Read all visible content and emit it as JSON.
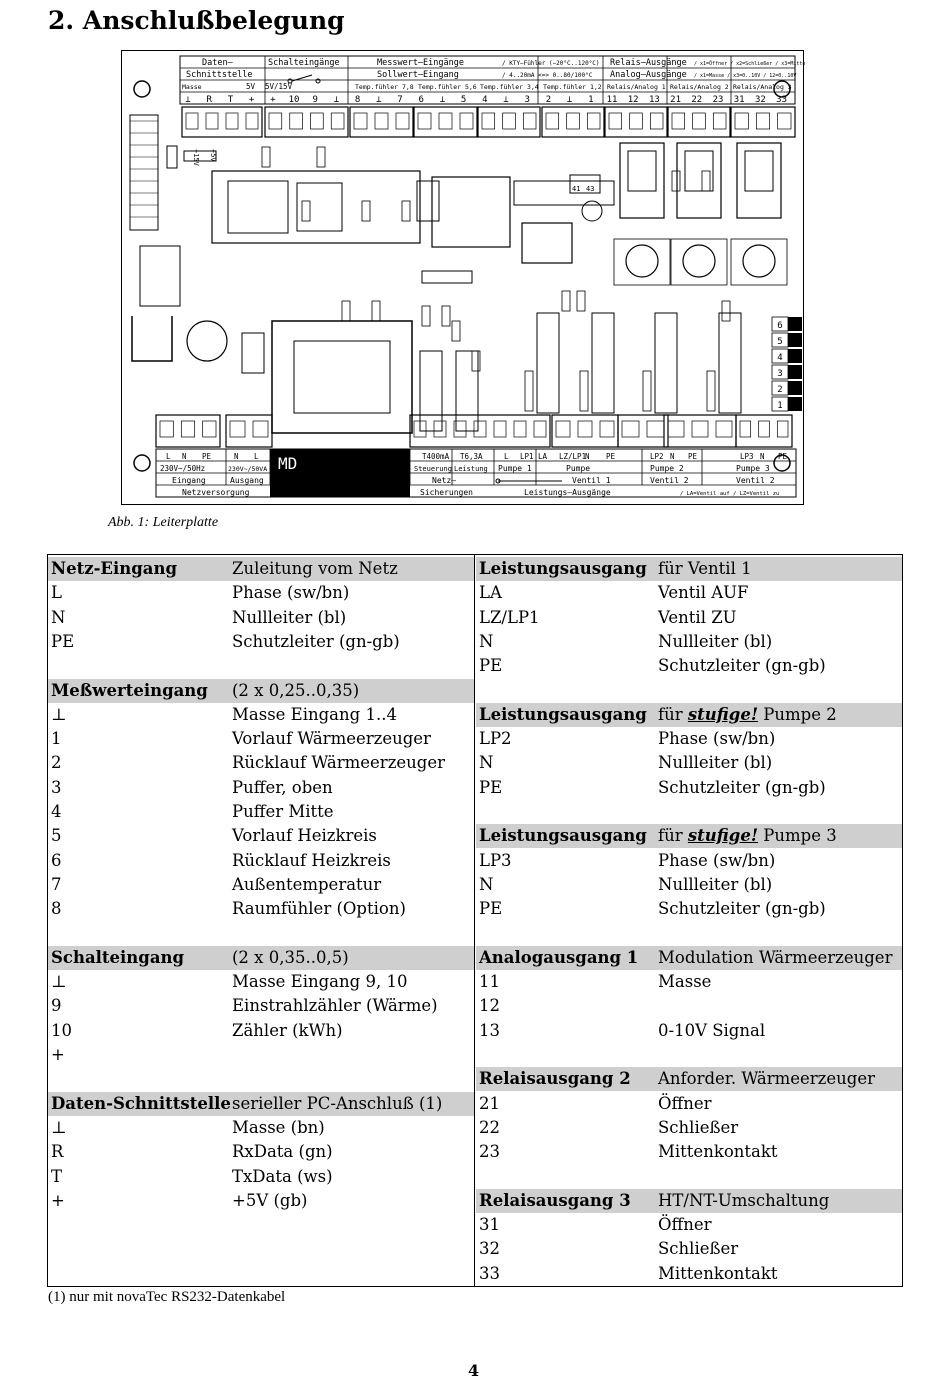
{
  "heading": "2. Anschlußbelegung",
  "figure": {
    "caption": "Abb. 1: Leiterplatte",
    "top_labels": {
      "daten": "Daten–",
      "schnittstelle": "Schnittstelle",
      "schalteingaenge": "Schalteingänge",
      "messwert": "Messwert–Eingänge",
      "kty": "/ KTY–Fühler (−20°C..120°C)",
      "sollwert": "Sollwert–Eingang",
      "analog_range": "/ 4..20mA <=> 0..80/100°C",
      "relais": "Relais–Ausgänge",
      "relais_note": "/ x1=Öffner / x2=Schließer / x3=Mitte",
      "analog": "Analog–Ausgänge",
      "analog_note": "/ x1=Masse / x3=0..10V / 12=0..10V",
      "masse": "Masse",
      "v5": "5V",
      "v515": "5V/15V",
      "temp78": "Temp.fühler 7,8",
      "temp56": "Temp.fühler 5,6",
      "temp34": "Temp.fühler 3,4",
      "temp12": "Temp.fühler 1,2",
      "ra1": "Relais/Analog 1",
      "ra2": "Relais/Analog 2",
      "ra3": "Relais/Analog 3"
    },
    "top_terminals": [
      "⊥",
      "R",
      "T",
      "+",
      "+",
      "10",
      "9",
      "⊥",
      "8",
      "⊥",
      "7",
      "6",
      "⊥",
      "5",
      "4",
      "⊥",
      "3",
      "2",
      "⊥",
      "1",
      "11",
      "12",
      "13",
      "21",
      "22",
      "23",
      "31",
      "32",
      "33"
    ],
    "side_terminals": [
      "6",
      "5",
      "4",
      "3",
      "2",
      "1"
    ],
    "chip_labels": [
      "41",
      "43"
    ],
    "side_voltage": [
      "+15V",
      "+5V"
    ],
    "bottom_terminals": [
      "L",
      "N",
      "PE",
      "N",
      "L",
      "T400mA",
      "T6,3A",
      "L",
      "LP1",
      "LA",
      "LZ/LP1",
      "N",
      "PE",
      "LP2",
      "N",
      "PE",
      "LP3",
      "N",
      "PE"
    ],
    "bottom_labels": {
      "v230": "230V~/50Hz",
      "v230va": "230V~/50VA",
      "md": "MD",
      "eingang": "Eingang",
      "ausgang": "Ausgang",
      "netzversorgung": "Netzversorgung",
      "steuerung": "Steuerung",
      "leistung": "Leistung",
      "netz": "Netz–",
      "sicherungen": "Sicherungen",
      "pumpe1": "Pumpe 1",
      "pumpe": "Pumpe",
      "ventil1": "Ventil 1",
      "pumpe2": "Pumpe 2",
      "ventil2": "Ventil 2",
      "pumpe3": "Pumpe 3",
      "leistungsausgaenge": "Leistungs–Ausgänge",
      "ventil_note": "/ LA=Ventil auf / LZ=Ventil zu"
    }
  },
  "left_table": [
    {
      "head": true,
      "c1": "Netz-Eingang",
      "c2": "Zuleitung vom Netz"
    },
    {
      "c1": "L",
      "c2": "Phase (sw/bn)"
    },
    {
      "c1": "N",
      "c2": "Nullleiter (bl)"
    },
    {
      "c1": "PE",
      "c2": "Schutzleiter (gn-gb)"
    },
    {
      "c1": "",
      "c2": ""
    },
    {
      "head": true,
      "c1": "Meßwerteingang",
      "c2": "(2 x 0,25..0,35)"
    },
    {
      "c1": "⊥",
      "c2": "Masse Eingang 1..4"
    },
    {
      "c1": "1",
      "c2": "Vorlauf Wärmeerzeuger"
    },
    {
      "c1": "2",
      "c2": "Rücklauf Wärmeerzeuger"
    },
    {
      "c1": "3",
      "c2": "Puffer, oben"
    },
    {
      "c1": "4",
      "c2": "Puffer Mitte"
    },
    {
      "c1": "5",
      "c2": "Vorlauf Heizkreis"
    },
    {
      "c1": "6",
      "c2": "Rücklauf Heizkreis"
    },
    {
      "c1": "7",
      "c2": "Außentemperatur"
    },
    {
      "c1": "8",
      "c2": "Raumfühler (Option)"
    },
    {
      "c1": "",
      "c2": ""
    },
    {
      "head": true,
      "c1": "Schalteingang",
      "c2": "(2 x 0,35..0,5)"
    },
    {
      "c1": "⊥",
      "c2": "Masse Eingang 9, 10"
    },
    {
      "c1": "9",
      "c2": "Einstrahlzähler (Wärme)"
    },
    {
      "c1": "10",
      "c2": "Zähler (kWh)"
    },
    {
      "c1": "+",
      "c2": ""
    },
    {
      "c1": "",
      "c2": ""
    },
    {
      "head": true,
      "c1": "Daten-Schnittstelle",
      "c2": "serieller PC-Anschluß (1)"
    },
    {
      "c1": "⊥",
      "c2": "Masse (bn)"
    },
    {
      "c1": "R",
      "c2": "RxData (gn)"
    },
    {
      "c1": "T",
      "c2": "TxData (ws)"
    },
    {
      "c1": "+",
      "c2": "+5V (gb)"
    }
  ],
  "right_table": [
    {
      "head": true,
      "c1": "Leistungsausgang",
      "c2": "für Ventil 1"
    },
    {
      "c1": "LA",
      "c2": "Ventil AUF"
    },
    {
      "c1": "LZ/LP1",
      "c2": "Ventil ZU"
    },
    {
      "c1": "N",
      "c2": "Nullleiter (bl)"
    },
    {
      "c1": "PE",
      "c2": "Schutzleiter (gn-gb)"
    },
    {
      "c1": "",
      "c2": ""
    },
    {
      "head": true,
      "c1": "Leistungsausgang",
      "c2_pre": "für ",
      "c2_em": "stufige!",
      "c2_post": " Pumpe 2"
    },
    {
      "c1": "LP2",
      "c2": "Phase (sw/bn)"
    },
    {
      "c1": "N",
      "c2": "Nullleiter (bl)"
    },
    {
      "c1": "PE",
      "c2": "Schutzleiter (gn-gb)"
    },
    {
      "c1": "",
      "c2": ""
    },
    {
      "head": true,
      "c1": "Leistungsausgang",
      "c2_pre": "für ",
      "c2_em": "stufige!",
      "c2_post": " Pumpe 3"
    },
    {
      "c1": "LP3",
      "c2": "Phase (sw/bn)"
    },
    {
      "c1": "N",
      "c2": "Nullleiter (bl)"
    },
    {
      "c1": "PE",
      "c2": "Schutzleiter (gn-gb)"
    },
    {
      "c1": "",
      "c2": ""
    },
    {
      "head": true,
      "c1": "Analogausgang 1",
      "c2": "Modulation Wärmeerzeuger"
    },
    {
      "c1": "11",
      "c2": "Masse"
    },
    {
      "c1": "12",
      "c2": ""
    },
    {
      "c1": "13",
      "c2": "0-10V Signal"
    },
    {
      "c1": "",
      "c2": ""
    },
    {
      "head": true,
      "c1": "Relaisausgang 2",
      "c2": "Anforder. Wärmeerzeuger"
    },
    {
      "c1": "21",
      "c2": "Öffner"
    },
    {
      "c1": "22",
      "c2": "Schließer"
    },
    {
      "c1": "23",
      "c2": "Mittenkontakt"
    },
    {
      "c1": "",
      "c2": ""
    },
    {
      "head": true,
      "c1": "Relaisausgang 3",
      "c2": "HT/NT-Umschaltung"
    },
    {
      "c1": "31",
      "c2": "Öffner"
    },
    {
      "c1": "32",
      "c2": "Schließer"
    },
    {
      "c1": "33",
      "c2": "Mittenkontakt"
    }
  ],
  "footnote": "(1) nur mit novaTec RS232-Datenkabel",
  "page_number": "4"
}
